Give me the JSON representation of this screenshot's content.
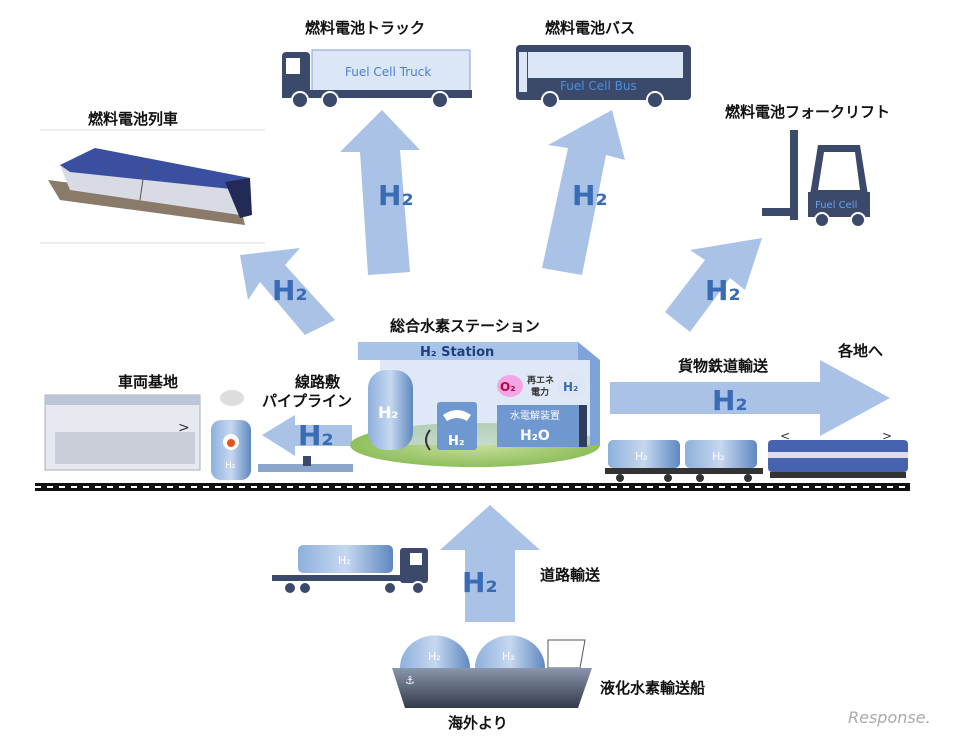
{
  "labels": {
    "train": "燃料電池列車",
    "truck": "燃料電池トラック",
    "bus": "燃料電池バス",
    "forklift": "燃料電池フォークリフト",
    "station": "総合水素ステーション",
    "depot": "車両基地",
    "pipeline_1": "線路敷",
    "pipeline_2": "パイプライン",
    "freight": "貨物鉄道輸送",
    "everywhere": "各地へ",
    "road": "道路輸送",
    "ship": "液化水素輸送船",
    "overseas": "海外より"
  },
  "vehicle_text": {
    "truck": "Fuel Cell Truck",
    "bus": "Fuel Cell Bus",
    "forklift": "Fuel Cell"
  },
  "station": {
    "sign": "H₂ Station",
    "tank": "H₂",
    "dispenser": "H₂",
    "o2": "O₂",
    "renewable_1": "再エネ",
    "renewable_2": "電力",
    "h2_cloud": "H₂",
    "electrolyzer": "水電解装置",
    "h2o": "H₂O"
  },
  "h2": "H₂",
  "watermark": "Response.",
  "colors": {
    "arrow": "#a9c2e6",
    "h2_text": "#3a6cb6",
    "vehicle": "#3b4a6b"
  }
}
